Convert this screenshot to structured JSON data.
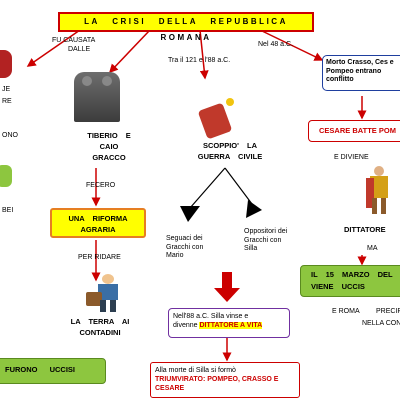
{
  "title": "LA CRISI DELLA REPUBBLICA ROMANA",
  "labels": {
    "left_top_1": "FU CAUSATA",
    "left_top_2": "DALLE",
    "mid_top": "Tra il 121 e l'88 a.C.",
    "right_top": "Nel 48 a.C.",
    "left_edge_1": "JE",
    "left_edge_2": "RE",
    "left_edge_3": "ONO",
    "left_edge_4": "BEI",
    "fecero": "FECERO",
    "per_ridare": "PER RIDARE",
    "e_divienne": "E DIVIENE",
    "ma": "MA",
    "e_roma": "E ROMA",
    "precip": "PRECIP",
    "nella_con": "NELLA CON"
  },
  "nodes": {
    "tiberio": "TIBERIO E CAIO GRACCO",
    "scoppio": "SCOPPIO' LA GUERRA CIVILE",
    "crasso_box": "Morto Crasso, Ces e Pompeo entrano conflitto",
    "riforma": "UNA RIFORMA AGRARIA",
    "seguaci": "Seguaci dei Gracchi con Mario",
    "oppositori": "Oppositori dei Gracchi con Silla",
    "terra": "LA TERRA AI CONTADINI",
    "cesare_batte": "CESARE BATTE POM",
    "dittatore": "DITTATORE",
    "idi_marzo": "IL 15 MARZO DEL VIENE UCCIS",
    "silla_box_1": "Nell'88 a.C. Silla vinse e",
    "silla_box_2": "divenne",
    "silla_box_highlight": "DITTATORE A VITA",
    "triumvirato_1": "Alla morte di Silla si formò",
    "triumvirato_2": "TRIUMVIRATO: POMPEO, CRASSO E",
    "triumvirato_3": "CESARE",
    "furono_uccisi": "FURONO UCCISI"
  },
  "colors": {
    "title_bg": "#ffff00",
    "title_border": "#cc0000",
    "arrow": "#cc0000",
    "green_box": "#8dc63f",
    "red_text": "#cc0000",
    "blue_border": "#1f3f9f",
    "purple_border": "#7030a0"
  }
}
